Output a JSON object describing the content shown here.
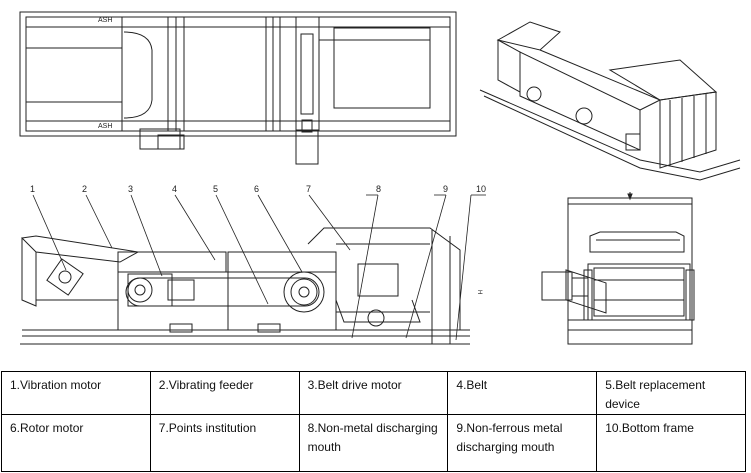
{
  "callouts": [
    "1",
    "2",
    "3",
    "4",
    "5",
    "6",
    "7",
    "8",
    "9",
    "10"
  ],
  "legend": [
    [
      "1.Vibration motor",
      "2.Vibrating feeder",
      "3.Belt drive motor",
      "4.Belt",
      "5.Belt replacement device"
    ],
    [
      "6.Rotor motor",
      "7.Points institution",
      "8.Non-metal discharging mouth",
      "9.Non-ferrous metal discharging mouth",
      "10.Bottom frame"
    ]
  ]
}
